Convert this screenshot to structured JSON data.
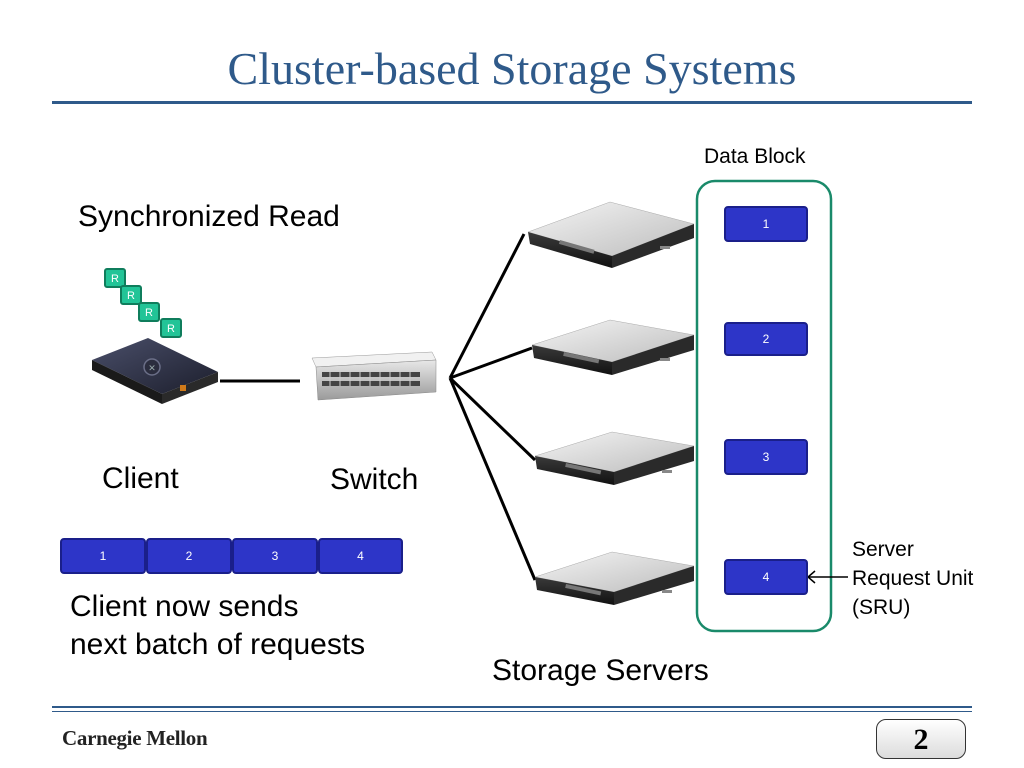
{
  "slide": {
    "title": "Cluster-based Storage Systems",
    "footer_brand": "Carnegie Mellon",
    "page_number": "2"
  },
  "diagram": {
    "labels": {
      "synchronized_read": "Synchronized Read",
      "client": "Client",
      "switch": "Switch",
      "storage_servers": "Storage Servers",
      "data_block": "Data Block",
      "sru_line1": "Server",
      "sru_line2": "Request Unit",
      "sru_line3": "(SRU)",
      "client_note_line1": "Client now sends",
      "client_note_line2": "next batch of requests"
    },
    "request_badges": [
      "R",
      "R",
      "R",
      "R"
    ],
    "data_blocks": [
      "1",
      "2",
      "3",
      "4"
    ],
    "client_batch": [
      "1",
      "2",
      "3",
      "4"
    ]
  },
  "colors": {
    "title": "#2f5a8a",
    "block_fill": "#2d35c8",
    "request_badge": "#22c497",
    "data_block_frame": "#1a8a6a"
  }
}
